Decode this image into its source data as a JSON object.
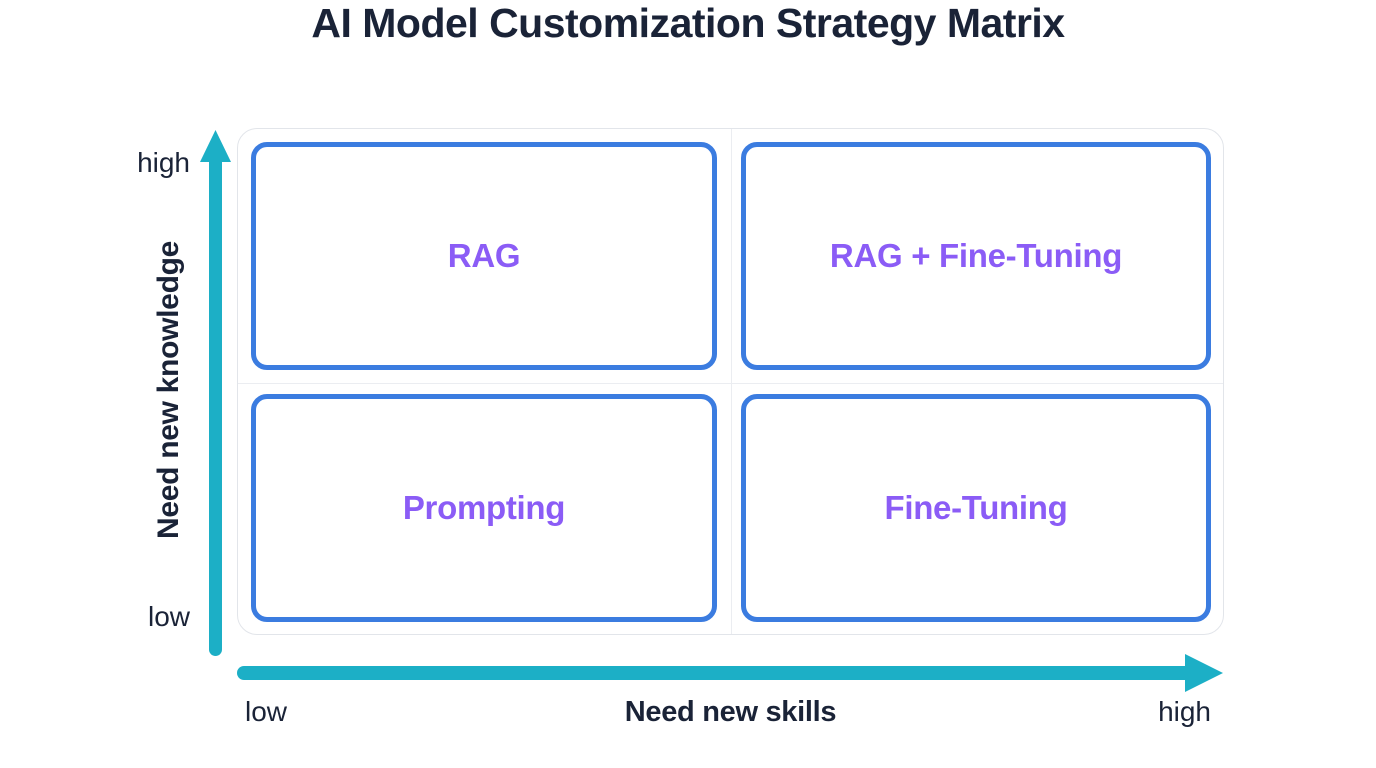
{
  "title": "AI Model Customization Strategy Matrix",
  "colors": {
    "title_color": "#1A2337",
    "axis_text": "#1A2337",
    "arrow": "#1CAFC6",
    "box_border": "#3B7CE0",
    "quadrant_label": "#8B5CF6",
    "container_border": "#E2E5EA",
    "bg": "#FFFFFF"
  },
  "y_axis": {
    "label": "Need new knowledge",
    "high_tick": "high",
    "low_tick": "low"
  },
  "x_axis": {
    "label": "Need new skills",
    "low_tick": "low",
    "high_tick": "high"
  },
  "quadrants": [
    {
      "position": "top-left",
      "label": "RAG"
    },
    {
      "position": "top-right",
      "label": "RAG + Fine-Tuning"
    },
    {
      "position": "bottom-left",
      "label": "Prompting"
    },
    {
      "position": "bottom-right",
      "label": "Fine-Tuning"
    }
  ]
}
